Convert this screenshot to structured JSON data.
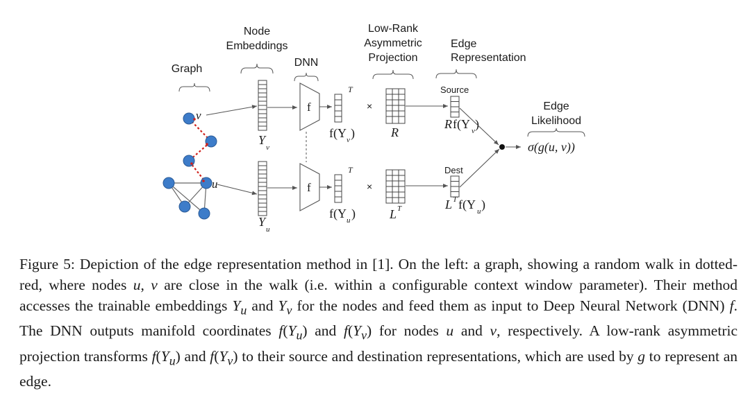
{
  "diagram": {
    "labels": {
      "graph": "Graph",
      "node_embeddings_1": "Node",
      "node_embeddings_2": "Embeddings",
      "dnn": "DNN",
      "projection_1": "Low-Rank",
      "projection_2": "Asymmetric",
      "projection_3": "Projection",
      "edge_repr_1": "Edge",
      "edge_repr_2": "Representation",
      "source": "Source",
      "dest": "Dest",
      "edge_likelihood_1": "Edge",
      "edge_likelihood_2": "Likelihood"
    },
    "math": {
      "node_v": "v",
      "node_u": "u",
      "f_label": "f",
      "transpose": "T",
      "times": "×",
      "embed_v_Y": "Y",
      "embed_v_sub": "v",
      "embed_u_Y": "Y",
      "embed_u_sub": "u",
      "fy_v_prefix": "f(Y",
      "fy_v_sub": "v",
      "fy_v_suffix": ")",
      "fy_u_prefix": "f(Y",
      "fy_u_sub": "u",
      "fy_u_suffix": ")",
      "matrix_R": "R",
      "matrix_L": "L",
      "matrix_L_sup": "T",
      "src_R": "R",
      "src_rest": "f(Y",
      "src_sub": "v",
      "src_close": ")",
      "dst_L": "L",
      "dst_sup": "T",
      "dst_rest": "f(Y",
      "dst_sub": "u",
      "dst_close": ")",
      "likelihood_expr": "σ(g(u, v))"
    },
    "colors": {
      "node_fill": "#3d7cc9",
      "walk_red": "#d0211c",
      "line": "#555555"
    }
  },
  "caption": {
    "figure_label": "Figure 5:",
    "s1": " Depiction of the edge representation method in [1]. On the left: a graph, showing a random walk in dotted-red, where nodes ",
    "u1": "u",
    "s2": ", ",
    "v1": "v",
    "s3": " are close in the walk (i.e. within a configurable context window parameter). Their method accesses the trainable embeddings ",
    "Yu1": "Y",
    "Yu1_sub": "u",
    "s4": " and ",
    "Yv1": "Y",
    "Yv1_sub": "v",
    "s5": " for the nodes and feed them as input to Deep Neural Network (DNN) ",
    "f1": "f",
    "s6": ". The DNN outputs manifold coordinates ",
    "fYu1": "f",
    "fYu1_open": "(",
    "fYu1_Y": "Y",
    "fYu1_sub": "u",
    "fYu1_close": ")",
    "s7": " and ",
    "fYv1": "f",
    "fYv1_open": "(",
    "fYv1_Y": "Y",
    "fYv1_sub": "v",
    "fYv1_close": ")",
    "s8": " for nodes ",
    "u2": "u",
    "s9": " and ",
    "v2": "v",
    "s10": ", respectively. A low-rank asymmetric projection transforms ",
    "fYu2": "f",
    "fYu2_open": "(",
    "fYu2_Y": "Y",
    "fYu2_sub": "u",
    "fYu2_close": ")",
    "s11": " and ",
    "fYv2": "f",
    "fYv2_open": "(",
    "fYv2_Y": "Y",
    "fYv2_sub": "v",
    "fYv2_close": ")",
    "s12": " to their source and destination representations, which are used by ",
    "g1": "g",
    "s13": " to represent an edge."
  }
}
